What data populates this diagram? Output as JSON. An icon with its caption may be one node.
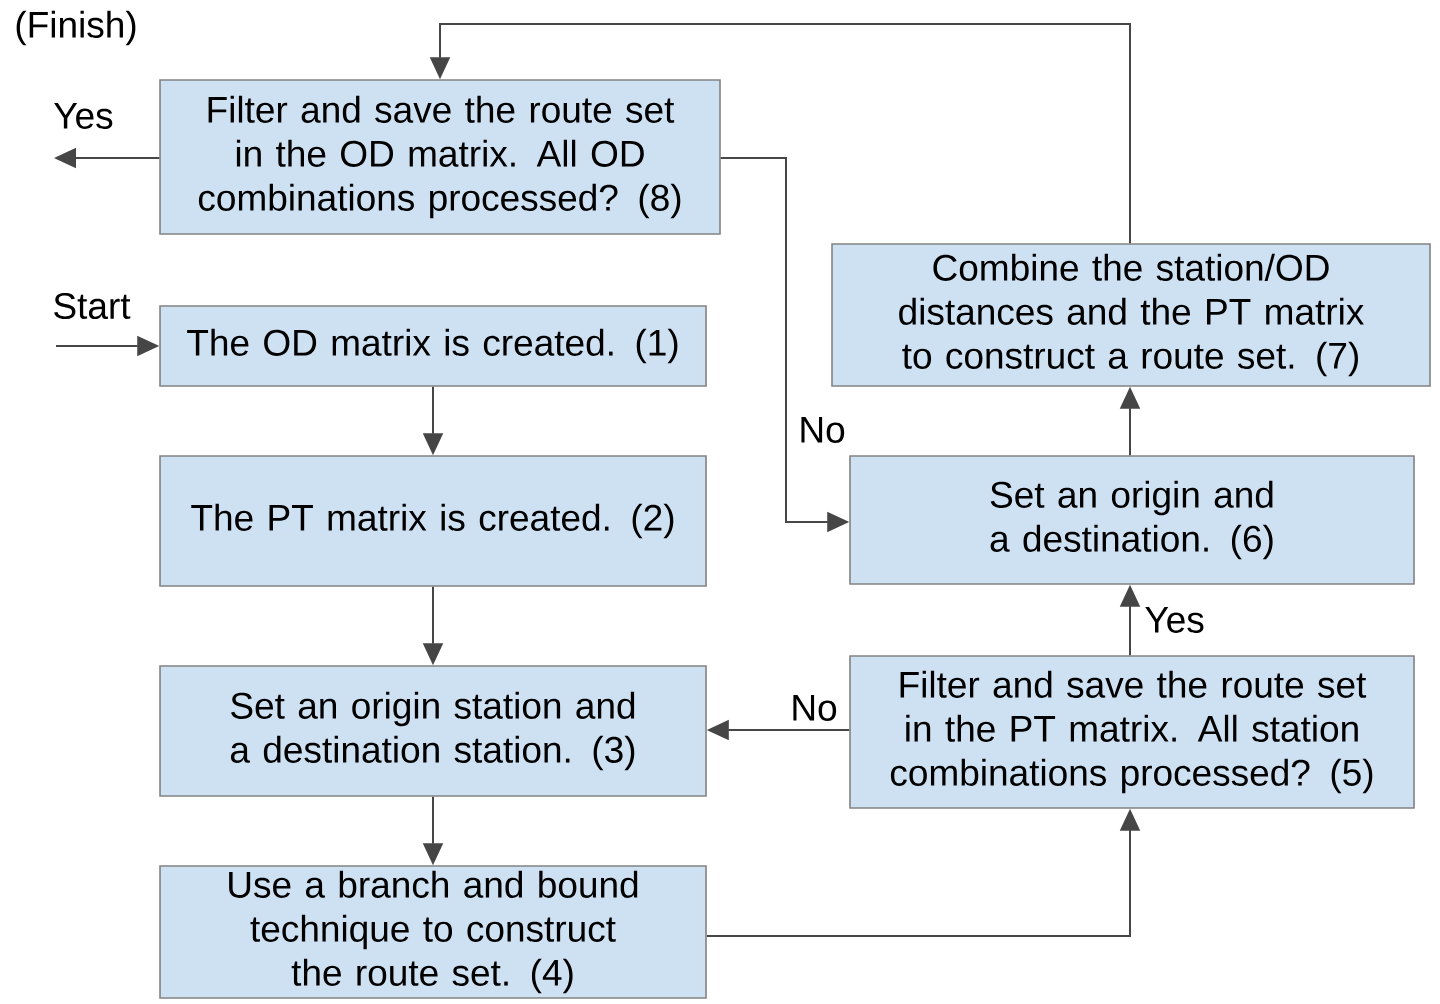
{
  "diagram": {
    "nodes": [
      {
        "text": [
          "Filter and save the route set in the OD matrix. All OD combinations processed? (8)"
        ]
      },
      {
        "text": [
          "The OD matrix is created. (1)"
        ]
      },
      {
        "text": [
          "The PT matrix is created. (2)"
        ]
      },
      {
        "text": [
          "Set an origin station and a destination station. (3)"
        ]
      },
      {
        "text": [
          "Use a branch and bound technique to construct the route set. (4)"
        ]
      },
      {
        "text": [
          "Filter and save the route set in the PT matrix. All station combinations processed? (5)"
        ]
      },
      {
        "text": [
          "Set an origin and a destination. (6)"
        ]
      },
      {
        "text": [
          "Combine the station/OD distances and the PT matrix to construct a route set. (7)"
        ]
      }
    ],
    "edges": [
      {
        "from": null,
        "to": 1,
        "arrow": "to",
        "label": "Start"
      },
      {
        "from": 0,
        "to": null,
        "arrow": "to",
        "label": "Yes"
      },
      {
        "from": 1,
        "to": 2,
        "arrow": "to"
      },
      {
        "from": 2,
        "to": 3,
        "arrow": "to"
      },
      {
        "from": 3,
        "to": 4,
        "arrow": "to"
      },
      {
        "from": 4,
        "to": 5,
        "arrow": "to"
      },
      {
        "from": 5,
        "to": 3,
        "arrow": "to",
        "label": "No"
      },
      {
        "from": 5,
        "to": 6,
        "arrow": "to",
        "label": "Yes"
      },
      {
        "from": 6,
        "to": 7,
        "arrow": "to"
      },
      {
        "from": 7,
        "to": 0,
        "arrow": "to"
      },
      {
        "from": 0,
        "to": 6,
        "arrow": "to",
        "label": "No"
      }
    ],
    "labels": [
      "(Finish)"
    ]
  }
}
